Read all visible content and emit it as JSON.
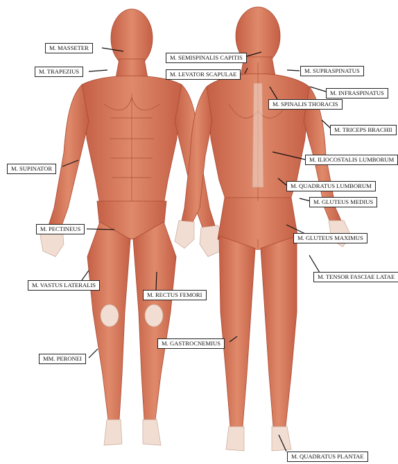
{
  "labels": {
    "masseter": "M. MASSETER",
    "trapezius": "M. TRAPEZIUS",
    "supinator": "M. SUPINATOR",
    "pectineus": "M. PECTINEUS",
    "vastus_lateralis": "M. VASTUS LATERALIS",
    "rectus_femori": "M. RECTUS FEMORI",
    "peronei": "MM. PERONEI",
    "semispinalis_capitis": "M. SEMISPINALIS CAPITIS",
    "levator_scapulae": "M. LEVATOR SCAPULAE",
    "supraspinatus": "M. SUPRASPINATUS",
    "infraspinatus": "M. INFRASPINATUS",
    "spinalis_thoracis": "M. SPINALIS THORACIS",
    "triceps_brachii": "M. TRICEPS BRACHII",
    "iliocostalis_lumborum": "M. ILIOCOSTALIS LUMBORUM",
    "quadratus_lumborum": "M. QUADRATUS LUMBORUM",
    "gluteus_medius": "M. GLUTEUS MEDIUS",
    "gluteus_maximus": "M. GLUTEUS MAXIMUS",
    "tensor_fasciae_latae": "M. TENSOR FASCIAE LATAE",
    "gastrocnemius": "M. GASTROCNEMIUS",
    "quadratus_plantae": "M. QUADRATUS PLANTAE"
  },
  "colors": {
    "muscle": "#d9785c",
    "muscle_dark": "#b8553d",
    "tendon": "#efe2d6",
    "skin_hand": "#f1ddd2",
    "leader": "#111111"
  }
}
